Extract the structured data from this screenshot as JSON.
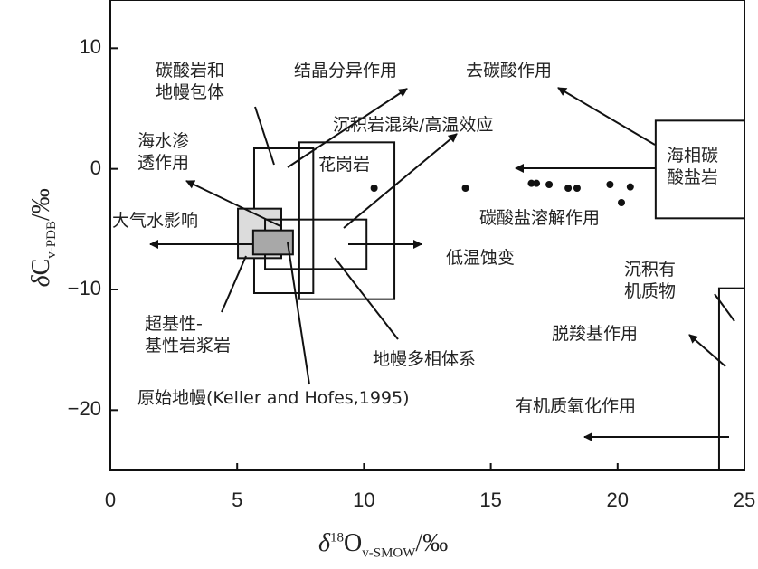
{
  "chart_data": {
    "type": "scatter",
    "xlabel": {
      "prefix": "δ",
      "sup": "18",
      "main": "O",
      "sub": "v-SMOW",
      "unit": "/‰"
    },
    "ylabel": {
      "prefix": "δ",
      "main": "C",
      "sub": "v-PDB",
      "unit": "/‰"
    },
    "xlim": [
      0,
      25
    ],
    "ylim": [
      -25,
      14
    ],
    "xticks": [
      "0",
      "5",
      "10",
      "15",
      "20",
      "25"
    ],
    "xtick_values": [
      0,
      5,
      10,
      15,
      20,
      25
    ],
    "yticks": [
      "10",
      "0",
      "−10",
      "−20"
    ],
    "ytick_values": [
      10,
      0,
      -10,
      -20
    ],
    "points": [
      {
        "x": 10.4,
        "y": -1.6
      },
      {
        "x": 14.0,
        "y": -1.6
      },
      {
        "x": 16.6,
        "y": -1.2
      },
      {
        "x": 16.8,
        "y": -1.2
      },
      {
        "x": 17.3,
        "y": -1.3
      },
      {
        "x": 18.05,
        "y": -1.6
      },
      {
        "x": 18.4,
        "y": -1.6
      },
      {
        "x": 19.7,
        "y": -1.3
      },
      {
        "x": 20.5,
        "y": -1.5
      },
      {
        "x": 20.15,
        "y": -2.8
      }
    ],
    "fields": [
      {
        "name": "carbonatite-mantle-inclusions",
        "x": [
          5.67,
          8.0
        ],
        "y": [
          -10.3,
          1.7
        ],
        "fill": "none"
      },
      {
        "name": "granite",
        "x": [
          7.45,
          11.2
        ],
        "y": [
          -10.8,
          2.2
        ],
        "fill": "none"
      },
      {
        "name": "ultrabasic-basic-magmatic",
        "x": [
          5.03,
          6.74
        ],
        "y": [
          -7.4,
          -3.3
        ],
        "fill": "#dcdcdc"
      },
      {
        "name": "mantle-polyphase-system",
        "x": [
          6.1,
          10.1
        ],
        "y": [
          -8.3,
          -4.2
        ],
        "fill": "none"
      },
      {
        "name": "primitive-mantle",
        "x": [
          5.63,
          7.2
        ],
        "y": [
          -7.1,
          -5.1
        ],
        "fill": "#a8a8a8"
      },
      {
        "name": "marine-carbonate",
        "x": [
          21.5,
          25
        ],
        "y": [
          -4.1,
          4.0
        ],
        "fill": "none"
      },
      {
        "name": "sedimentary-organic-matter",
        "x": [
          24.0,
          25
        ],
        "y": [
          -25,
          -9.9
        ],
        "fill": "none"
      }
    ],
    "annotations": {
      "carbonatite": [
        "碳酸岩和",
        "地幔包体"
      ],
      "fractional": "结晶分异作用",
      "decarbonation": "去碳酸作用",
      "contamination": "沉积岩混染/高温效应",
      "seawater": [
        "海水渗",
        "透作用"
      ],
      "granite": "花岗岩",
      "marine": [
        "海相碳",
        "酸盐岩"
      ],
      "dissolution": "碳酸盐溶解作用",
      "meteoric": "大气水影响",
      "lowtemp": "低温蚀变",
      "organic": [
        "沉积有",
        "机质物"
      ],
      "ultrabasic": [
        "超基性-",
        "基性岩浆岩"
      ],
      "decarboxylation": "脱羧基作用",
      "mantle_system": "地幔多相体系",
      "primitive": "原始地幔(Keller and Hofes,1995)",
      "oxidation": "有机质氧化作用"
    }
  }
}
